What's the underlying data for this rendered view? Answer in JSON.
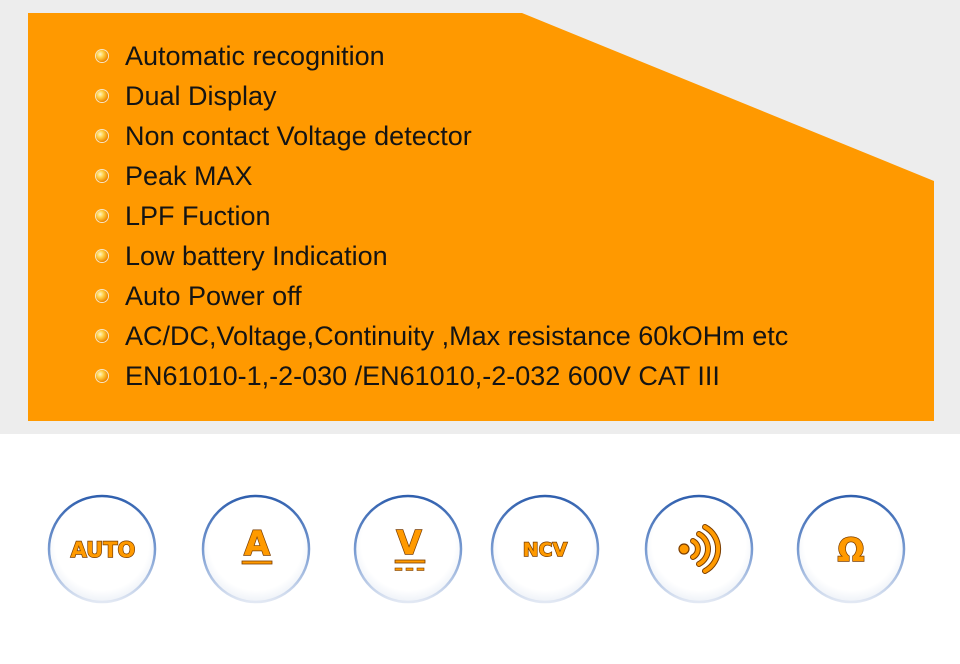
{
  "features": [
    "Automatic recognition",
    "Dual Display",
    "Non contact Voltage detector",
    "Peak MAX",
    "LPF Fuction",
    "Low battery Indication",
    "Auto Power off",
    "AC/DC,Voltage,Continuity ,Max resistance 60kOHm etc",
    "EN61010-1,-2-030 /EN61010,-2-032  600V CAT III"
  ],
  "icons": {
    "auto": "AUTO",
    "amp": "A",
    "volt": "V",
    "ncv": "NCV",
    "ohm": "Ω",
    "continuity": "sound-wave-icon"
  },
  "colors": {
    "panel": "#ff9900",
    "background": "#ededed",
    "icon_fill": "#ff9a00",
    "icon_outline": "#7a3d00",
    "circle_ring": "#3d6fb8"
  }
}
